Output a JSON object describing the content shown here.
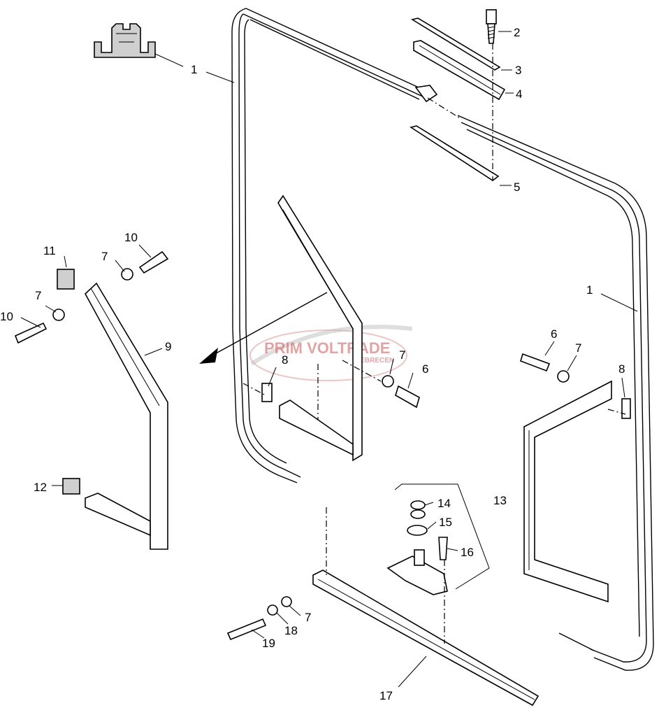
{
  "labels": {
    "l1a": "1",
    "l1b": "1",
    "l2": "2",
    "l3": "3",
    "l4": "4",
    "l5": "5",
    "l6a": "6",
    "l6b": "6",
    "l7a": "7",
    "l7b": "7",
    "l7c": "7",
    "l7d": "7",
    "l7e": "7",
    "l8a": "8",
    "l8b": "8",
    "l9": "9",
    "l10a": "10",
    "l10b": "10",
    "l11": "11",
    "l12": "12",
    "l13": "13",
    "l14": "14",
    "l15": "15",
    "l16": "16",
    "l17": "17",
    "l18": "18",
    "l19": "19"
  },
  "watermark": {
    "title": "PRIM VOLTRADE",
    "subtitle": "DEBRECEN"
  }
}
